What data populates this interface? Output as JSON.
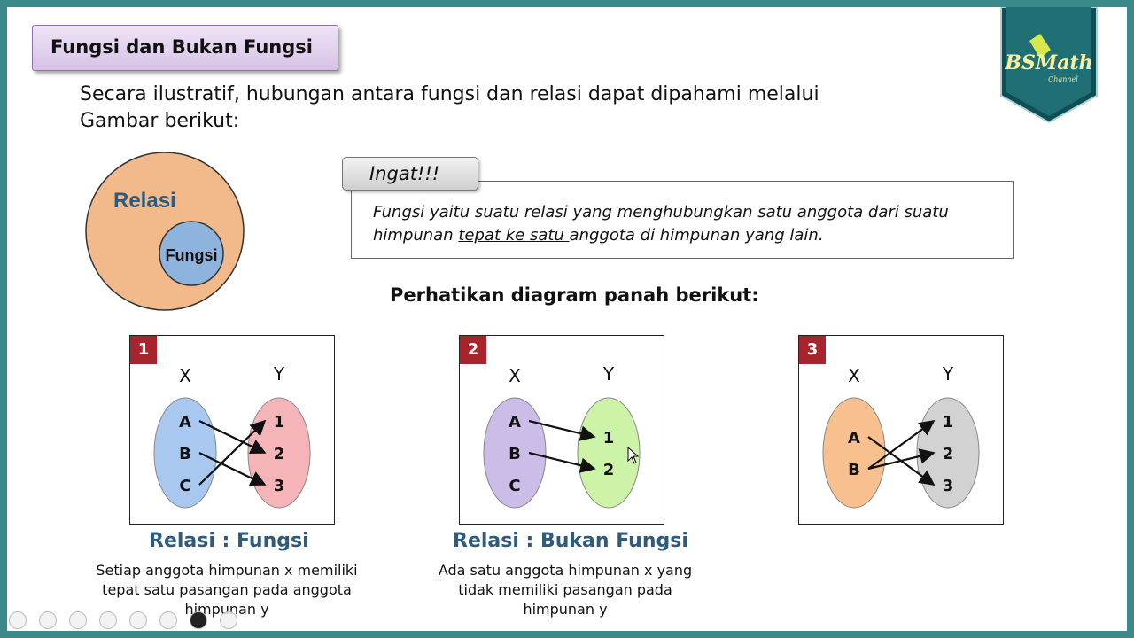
{
  "title": "Fungsi dan Bukan Fungsi",
  "logo": {
    "main": "BSMath",
    "sub": "Channel"
  },
  "intro": {
    "line1": "Secara ilustratif, hubungan antara fungsi dan relasi dapat dipahami melalui",
    "line2": "Gambar berikut:"
  },
  "venn": {
    "outer_label": "Relasi",
    "inner_label": "Fungsi",
    "outer_color": "#f2b98b",
    "inner_color": "#8eb4dd"
  },
  "ingat": {
    "tab": "Ingat!!!",
    "line1": "Fungsi yaitu suatu relasi yang menghubungkan satu anggota dari suatu",
    "line2_before": "himpunan ",
    "line2_underlined": "tepat ke satu ",
    "line2_after": "anggota di himpunan yang lain."
  },
  "section_title": "Perhatikan diagram panah berikut:",
  "diagrams": [
    {
      "number": "1",
      "set_x": "X",
      "set_y": "Y",
      "x_items": [
        "A",
        "B",
        "C"
      ],
      "y_items": [
        "1",
        "2",
        "3"
      ],
      "x_color": "#a9c8f0",
      "y_color": "#f5b5b8",
      "arrows": [
        [
          "A",
          "2"
        ],
        [
          "B",
          "3"
        ],
        [
          "C",
          "1"
        ]
      ]
    },
    {
      "number": "2",
      "set_x": "X",
      "set_y": "Y",
      "x_items": [
        "A",
        "B",
        "C"
      ],
      "y_items": [
        "1",
        "2"
      ],
      "x_color": "#cbbce8",
      "y_color": "#cdf3a8",
      "arrows": [
        [
          "A",
          "1"
        ],
        [
          "B",
          "2"
        ]
      ]
    },
    {
      "number": "3",
      "set_x": "X",
      "set_y": "Y",
      "x_items": [
        "A",
        "B"
      ],
      "y_items": [
        "1",
        "2",
        "3"
      ],
      "x_color": "#f7c08e",
      "y_color": "#d2d2d2",
      "arrows": [
        [
          "A",
          "3"
        ],
        [
          "B",
          "1"
        ],
        [
          "B",
          "2"
        ]
      ]
    }
  ],
  "captions": [
    {
      "title": "Relasi  :  Fungsi",
      "lines": [
        "Setiap anggota himpunan x memiliki",
        "tepat satu pasangan pada anggota",
        "himpunan y"
      ]
    },
    {
      "title": "Relasi  :  Bukan Fungsi",
      "lines": [
        "Ada satu anggota himpunan x yang",
        "tidak memiliki pasangan pada",
        "himpunan y"
      ]
    }
  ],
  "accent_color": "#a8242d",
  "caption_color": "#2d5b7e",
  "frame_color": "#3a8a8c"
}
